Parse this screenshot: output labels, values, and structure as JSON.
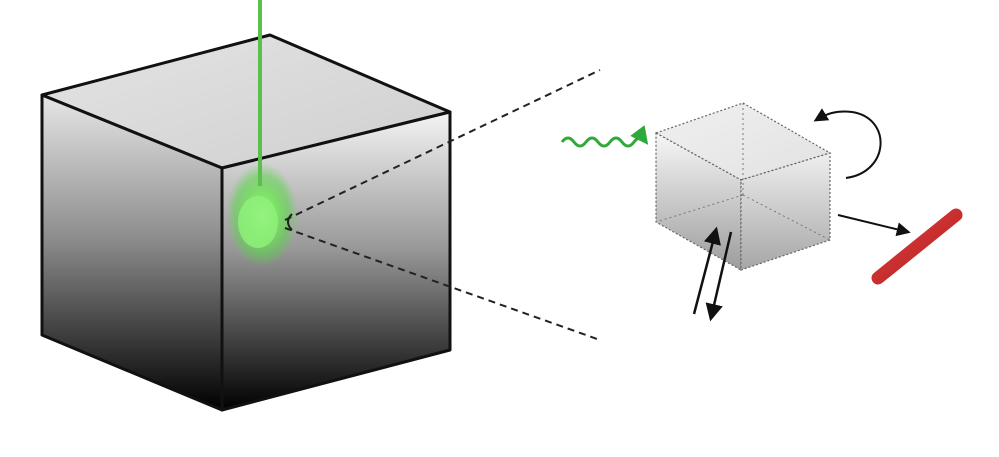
{
  "diagram": {
    "colors": {
      "background": "#ffffff",
      "large_cube_dark": "#000000",
      "large_cube_light": "#e6e6e6",
      "large_cube_top": "#d9d9d9",
      "outline": "#111111",
      "laser": "#5bbf4a",
      "glow": "#6ee05a",
      "excitation": "#2faa3a",
      "small_cube_light": "#f5f5f5",
      "small_cube_dark": "#a8a8a8",
      "small_cube_edge": "#666666",
      "arrow": "#111111",
      "detector": "#d42a2a"
    },
    "elements": [
      "large-cube",
      "laser-beam",
      "focal-spot",
      "zoom-lines",
      "excitation-wave",
      "small-cube",
      "rotation-arrow",
      "emission-arrow",
      "detector-bar",
      "double-arrow"
    ]
  }
}
